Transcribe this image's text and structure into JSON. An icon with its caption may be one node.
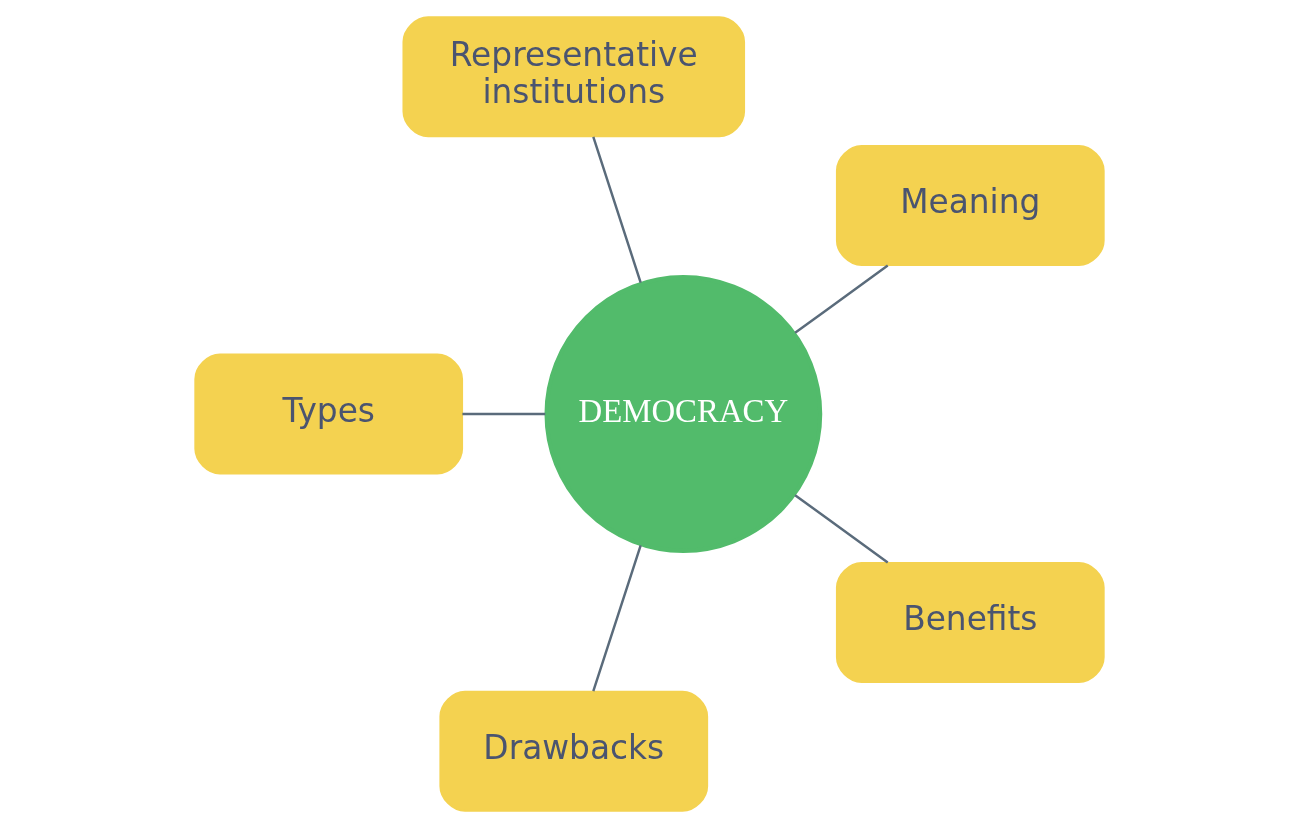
{
  "diagram": {
    "nodes": [
      {
        "text": [
          "Meaning"
        ]
      },
      {
        "text": [
          "Representative institutions"
        ]
      },
      {
        "text": [
          "DEMOCRACY"
        ]
      },
      {
        "text": [
          "Types"
        ]
      },
      {
        "text": [
          "Drawbacks"
        ]
      },
      {
        "text": [
          "Benefits"
        ]
      }
    ],
    "edges": [
      {
        "from": 2,
        "to": 0,
        "arrow": "none"
      },
      {
        "from": 2,
        "to": 1,
        "arrow": "none"
      },
      {
        "from": 2,
        "to": 3,
        "arrow": "none"
      },
      {
        "from": 2,
        "to": 4,
        "arrow": "none"
      },
      {
        "from": 2,
        "to": 5,
        "arrow": "none"
      }
    ]
  }
}
